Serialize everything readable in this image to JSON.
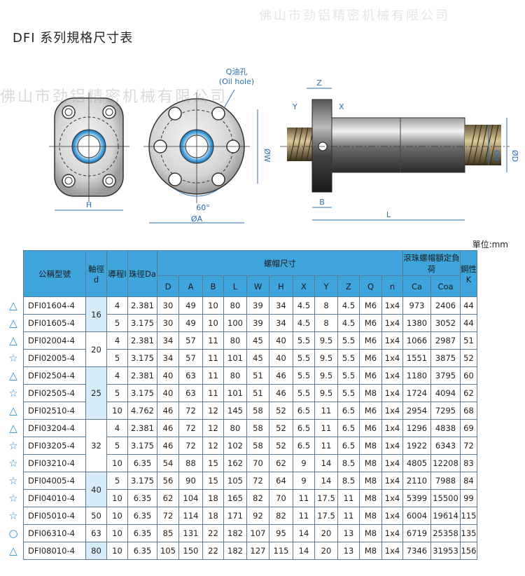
{
  "title": "DFI 系列規格尺寸表",
  "watermark": "佛山市劲铝精密机械有限公司",
  "drawing": {
    "oil_hole_label": "Q油孔",
    "oil_hole_label_en": "(Oil hole)",
    "labels": {
      "H": "H",
      "W": "ØW",
      "A": "ØA",
      "angle": "60°",
      "Z": "Z",
      "Y": "Y",
      "X": "X",
      "B": "B",
      "L": "L",
      "d": "Ød",
      "D": "ØD"
    }
  },
  "unit_label": "單位:mm",
  "table": {
    "headers": {
      "model": "公稱型號",
      "shaft_dia": "軸徑d",
      "lead": "導程l",
      "ball_dia": "珠徑Da",
      "nut_dims": "螺帽尺寸",
      "load_rating": "滾珠螺帽額定負荷",
      "stiffness": "鋼性K",
      "sub": [
        "D",
        "A",
        "B",
        "L",
        "W",
        "H",
        "X",
        "Y",
        "Z",
        "Q",
        "n",
        "Ca",
        "Coa"
      ]
    },
    "rows": [
      {
        "mark": "△",
        "model": "DFI01604-4",
        "d": "16",
        "l": "4",
        "Da": "2.381",
        "vals": [
          "30",
          "49",
          "10",
          "80",
          "39",
          "34",
          "4.5",
          "8",
          "4.5",
          "M6",
          "1x4",
          "973",
          "2406"
        ],
        "K": "44"
      },
      {
        "mark": "△",
        "model": "DFI01605-4",
        "d": "",
        "l": "5",
        "Da": "3.175",
        "vals": [
          "30",
          "49",
          "10",
          "100",
          "39",
          "34",
          "4.5",
          "8",
          "4.5",
          "M6",
          "1x4",
          "1380",
          "3052"
        ],
        "K": "44"
      },
      {
        "mark": "△",
        "model": "DFI02004-4",
        "d": "20",
        "l": "4",
        "Da": "2.381",
        "vals": [
          "34",
          "57",
          "11",
          "80",
          "45",
          "40",
          "5.5",
          "9.5",
          "5.5",
          "M6",
          "1x4",
          "1066",
          "2987"
        ],
        "K": "51"
      },
      {
        "mark": "☆",
        "model": "DFI02005-4",
        "d": "",
        "l": "5",
        "Da": "3.175",
        "vals": [
          "34",
          "57",
          "11",
          "101",
          "45",
          "40",
          "5.5",
          "9.5",
          "5.5",
          "M6",
          "1x4",
          "1551",
          "3875"
        ],
        "K": "52"
      },
      {
        "mark": "△",
        "model": "DFI02504-4",
        "d": "25",
        "l": "4",
        "Da": "2.381",
        "vals": [
          "40",
          "63",
          "11",
          "80",
          "51",
          "46",
          "5.5",
          "9.5",
          "5.5",
          "M6",
          "1x4",
          "1180",
          "3795"
        ],
        "K": "60"
      },
      {
        "mark": "☆",
        "model": "DFI02505-4",
        "d": "",
        "l": "5",
        "Da": "3.175",
        "vals": [
          "40",
          "63",
          "11",
          "101",
          "51",
          "46",
          "5.5",
          "9.5",
          "5.5",
          "M8",
          "1x4",
          "1724",
          "4094"
        ],
        "K": "62"
      },
      {
        "mark": "△",
        "model": "DFI02510-4",
        "d": "",
        "l": "10",
        "Da": "4.762",
        "vals": [
          "46",
          "72",
          "12",
          "145",
          "58",
          "52",
          "6.5",
          "11",
          "6.5",
          "M6",
          "1x4",
          "2954",
          "7295"
        ],
        "K": "68"
      },
      {
        "mark": "△",
        "model": "DFI03204-4",
        "d": "32",
        "l": "4",
        "Da": "2.381",
        "vals": [
          "46",
          "72",
          "12",
          "80",
          "58",
          "52",
          "6.5",
          "11",
          "6.5",
          "M6",
          "1x4",
          "1296",
          "4838"
        ],
        "K": "69"
      },
      {
        "mark": "☆",
        "model": "DFI03205-4",
        "d": "",
        "l": "5",
        "Da": "3.175",
        "vals": [
          "46",
          "72",
          "12",
          "102",
          "58",
          "52",
          "6.5",
          "11",
          "6.5",
          "M8",
          "1x4",
          "1922",
          "6343"
        ],
        "K": "72"
      },
      {
        "mark": "☆",
        "model": "DFI03210-4",
        "d": "",
        "l": "10",
        "Da": "6.35",
        "vals": [
          "54",
          "88",
          "15",
          "162",
          "70",
          "62",
          "9",
          "14",
          "8.5",
          "M8",
          "1x4",
          "4805",
          "12208"
        ],
        "K": "83"
      },
      {
        "mark": "☆",
        "model": "DFI04005-4",
        "d": "40",
        "l": "5",
        "Da": "3.175",
        "vals": [
          "56",
          "90",
          "15",
          "105",
          "72",
          "64",
          "9",
          "14",
          "8.5",
          "M8",
          "1x4",
          "2110",
          "7988"
        ],
        "K": "84"
      },
      {
        "mark": "☆",
        "model": "DFI04010-4",
        "d": "",
        "l": "10",
        "Da": "6.35",
        "vals": [
          "62",
          "104",
          "18",
          "165",
          "82",
          "70",
          "11",
          "17.5",
          "11",
          "M8",
          "1x4",
          "5399",
          "15500"
        ],
        "K": "99"
      },
      {
        "mark": "☆",
        "model": "DFI05010-4",
        "d": "50",
        "l": "10",
        "Da": "6.35",
        "vals": [
          "72",
          "114",
          "18",
          "171",
          "92",
          "82",
          "11",
          "17.5",
          "11",
          "M8",
          "1x4",
          "6004",
          "19614"
        ],
        "K": "115"
      },
      {
        "mark": "○",
        "model": "DFI06310-4",
        "d": "63",
        "l": "10",
        "Da": "6.35",
        "vals": [
          "85",
          "131",
          "22",
          "182",
          "107",
          "95",
          "14",
          "20",
          "13",
          "M8",
          "1x4",
          "6719",
          "25358"
        ],
        "K": "135"
      },
      {
        "mark": "△",
        "model": "DFI08010-4",
        "d": "80",
        "l": "10",
        "Da": "6.35",
        "vals": [
          "105",
          "150",
          "22",
          "182",
          "127",
          "115",
          "14",
          "20",
          "13",
          "M8",
          "1x4",
          "7346",
          "31953"
        ],
        "K": "156"
      }
    ]
  },
  "colors": {
    "header_blue": "#3ea6dd",
    "shade_blue": "#d6ecf8",
    "mark_blue": "#2b8fd0",
    "dim_blue": "#2b6fb5"
  }
}
